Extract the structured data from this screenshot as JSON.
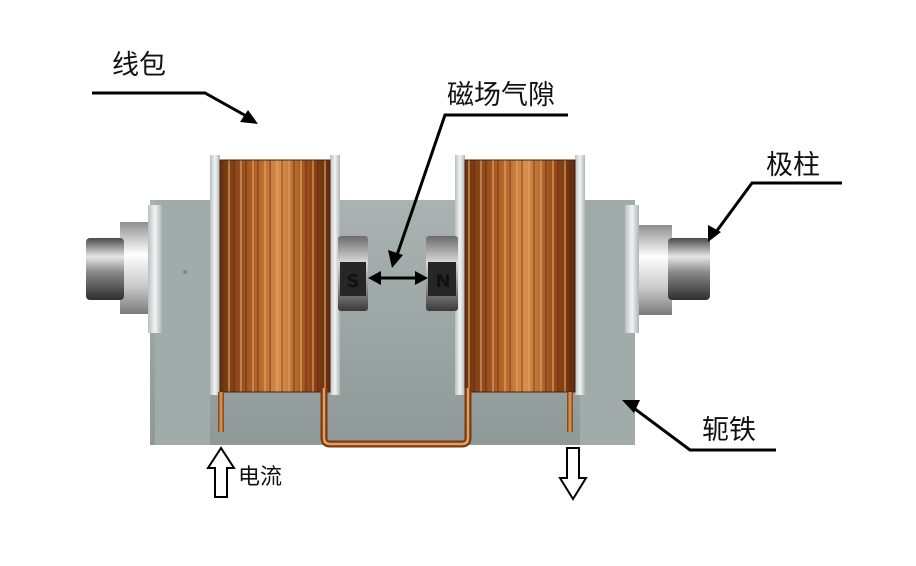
{
  "labels": {
    "coil": "线包",
    "air_gap": "磁场气隙",
    "pole_post": "极柱",
    "yoke": "轭铁",
    "current": "电流"
  },
  "poles": {
    "south": "S",
    "north": "N"
  },
  "colors": {
    "yoke": "#9aa5a4",
    "copper": "#a0521c",
    "copper_light": "#d9924a",
    "steel_dark": "#3c3c3c",
    "background": "#ffffff"
  }
}
